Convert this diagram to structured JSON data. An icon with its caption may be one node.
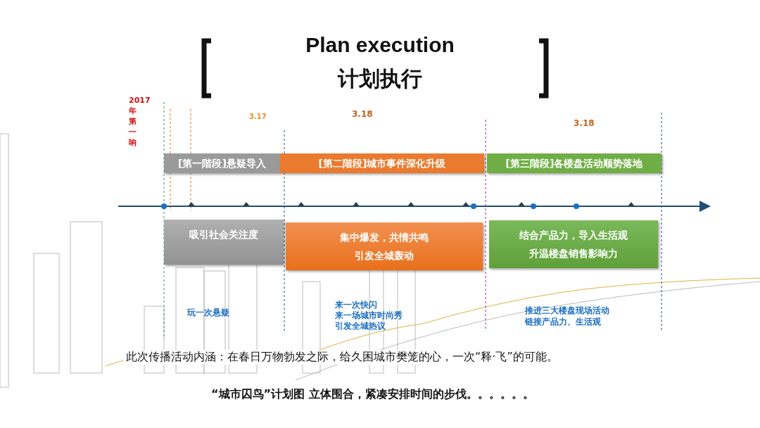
{
  "diagram": {
    "title": "Plan execution 计划执行",
    "nodes": [
      {
        "text": [
          "[第一階段]悬疑导入"
        ]
      },
      {
        "text": [
          "[第二階段]城市事件深化升级"
        ]
      },
      {
        "text": [
          "[第三階段]各楼盘活动顺势落地"
        ]
      },
      {
        "text": [
          "吸引社会关注度"
        ]
      },
      {
        "text": [
          "集中爆发，共情共鸣",
          "引发全城轰动"
        ]
      },
      {
        "text": [
          "结合产品力，导入生活观",
          "升温楼盘销售影响力"
        ]
      }
    ],
    "edges": [],
    "labels": [
      "2017年第一响",
      "3.17",
      "3.18",
      "3.18",
      "玩一次悬疑",
      "来一次快闪",
      "来一场城市时尚秀",
      "引发全城热议",
      "推进三大楼盘现场活动",
      "链接产品力、生活观",
      "此次传播活动内涵：在春日万物勃发之际，给久困城市樊笼的心，一次“释·飞”的可能。",
      "“城市囚鸟”计划图  立体围合，紧凑安排时间的步伐。。。。。。"
    ]
  }
}
